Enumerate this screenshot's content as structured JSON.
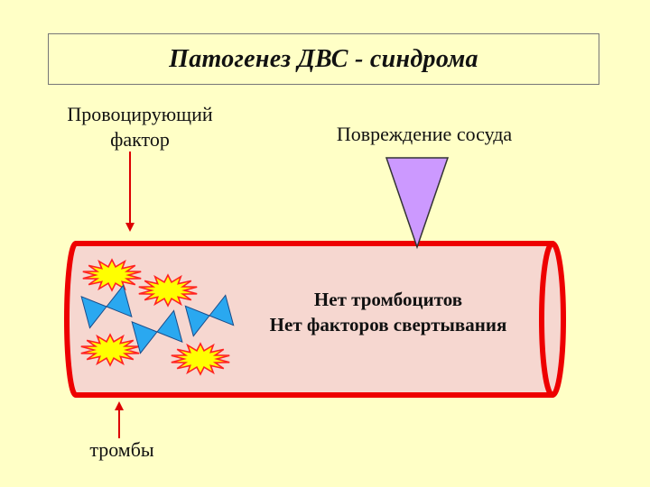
{
  "title": "Патогенез ДВС - синдрома",
  "labels": {
    "provoking_factor_line1": "Провоцирующий",
    "provoking_factor_line2": "фактор",
    "vessel_damage": "Повреждение сосуда",
    "thrombi": "тромбы"
  },
  "vessel_text": {
    "line1": "Нет тромбоцитов",
    "line2": "Нет факторов свертывания"
  },
  "colors": {
    "background": "#FFFFC6",
    "vessel_wall": "#EE0000",
    "vessel_fill": "#F6D7D0",
    "arrow": "#DD0000",
    "wedge_fill": "#CC99FF",
    "platelet_fill": "#2AA8F0",
    "star_fill": "#FFFF00",
    "star_outline": "#FF2222"
  },
  "icons": [
    "platelet-icon",
    "thrombus-star-icon",
    "injury-wedge-icon"
  ]
}
